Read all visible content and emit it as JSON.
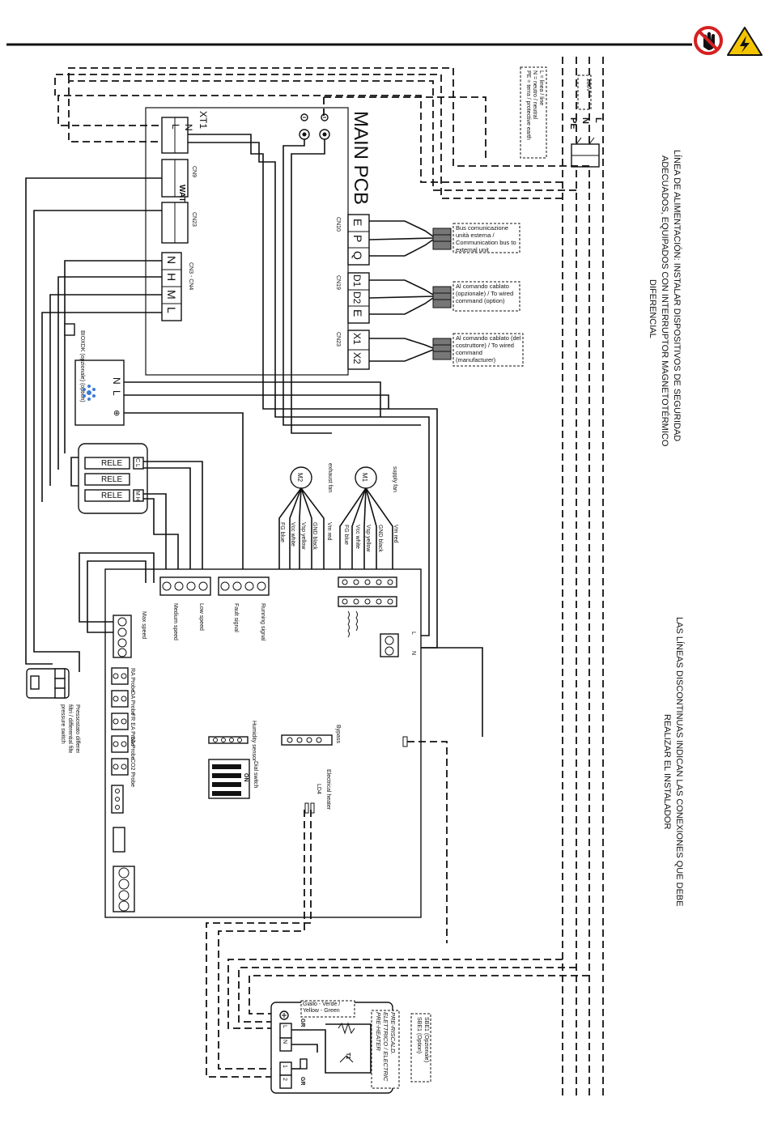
{
  "colors": {
    "line": "#111111",
    "warning_yellow": "#f4c400",
    "prohibit_red": "#d62020"
  },
  "icons": [
    "no-touch-icon",
    "electric-hazard-icon"
  ],
  "notes": {
    "power_line": "LÍNEA DE ALIMENTACIÓN: INSTALAR DISPOSITIVOS DE SEGURIDAD ADECUADOS, EQUIPADOS CON INTERRUPTOR MAGNETOTÉRMICO DIFERENCIAL",
    "dashed_lines": "LAS LÍNEAS DISCONTINUAS INDICAN LAS CONEXIONES QUE DEBE REALIZAR EL INSTALADOR"
  },
  "supply": {
    "voltage": "230V ~",
    "terminals": [
      "L",
      "N",
      "PE"
    ],
    "legend": [
      "L = linea / line",
      "N = neutro / neutral",
      "PE = terra / protective earth"
    ]
  },
  "main_pcb": {
    "title": "MAIN PCB",
    "xt1": {
      "label": "XT1",
      "terminals": [
        "L",
        "N"
      ]
    },
    "cn9": {
      "label": "CN9",
      "text": "WATER"
    },
    "cn23_left": {
      "label": "CN23"
    },
    "cn3_cn4": {
      "label": "CN3 - CN4",
      "terminals": [
        "N",
        "H",
        "M",
        "L"
      ]
    },
    "cn10": {
      "label": "CN10",
      "terminals": [
        "E",
        "P",
        "Q"
      ]
    },
    "cn19": {
      "label": "CN19",
      "terminals": [
        "D1",
        "D2",
        "E"
      ]
    },
    "cn23_right": {
      "label": "CN23",
      "terminals": [
        "X1",
        "X2"
      ]
    }
  },
  "bus_labels": {
    "cn10": "Bus comunicazione unità esterna / Communication bus to external unit",
    "cn19": "Al comando cablato (opzionale) / To wired command (option)",
    "cn23": "Al comando cablato (del costruttore) / To wired command (manufacturer)"
  },
  "biox": {
    "label": "BIOXDK (opzionale) (option)",
    "terminals": [
      "N",
      "L",
      "⊕"
    ]
  },
  "relays": {
    "labels": [
      "RELE",
      "RELE",
      "RELE"
    ],
    "terminals": [
      "C L",
      "M H"
    ]
  },
  "fans": {
    "m1": {
      "name": "M1",
      "label": "supply fan",
      "wires": [
        "Vm red",
        "GND black",
        "Vsp yellow",
        "Vcc white",
        "FG blue"
      ]
    },
    "m2": {
      "name": "M2",
      "label": "exhaust fan",
      "wires": [
        "Vm red",
        "GND black",
        "Vsp yellow",
        "Vcc white",
        "FG blue"
      ]
    }
  },
  "fan_board": {
    "terminal_labels": [
      "Running signal",
      "Fault signal",
      "Low speed",
      "Medium speed",
      "Max speed"
    ],
    "sensors": [
      "RA Probe",
      "OA Probe",
      "FR EA Probe",
      "SA Probe",
      "CO2 Probe"
    ],
    "labels": {
      "humidity": "Humidity sensor",
      "bypass": "Bypass",
      "dial": "Dial switch",
      "dip_on": "ON",
      "heater": "Electrical heater",
      "ld": "LD4",
      "power": [
        "L",
        "N"
      ]
    }
  },
  "pressostat": {
    "label": "Pressostato differenziale filtri / differential filter pressure switch"
  },
  "preheater": {
    "title": "PRE-RISCALD. ELETTRICO / ELECTRIC PRE-HEATER",
    "sbe": [
      "SBE1 (Opzionale)",
      "SBE1 (Option)"
    ],
    "earth_label": "Giallo - Verde / Yellow - Green",
    "terminals": [
      "L",
      "N",
      "1",
      "2"
    ],
    "thermostat": "T1",
    "relay_labels": [
      "GR",
      "GR"
    ]
  }
}
